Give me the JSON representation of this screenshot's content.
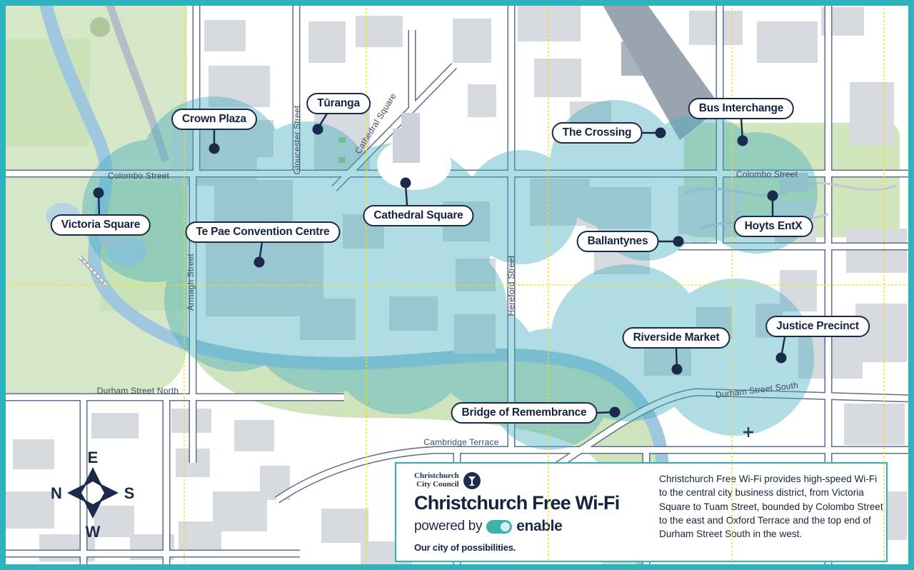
{
  "map": {
    "markers": [
      {
        "label": "Crown Plaza"
      },
      {
        "label": "Tūranga"
      },
      {
        "label": "The Crossing"
      },
      {
        "label": "Bus Interchange"
      },
      {
        "label": "Victoria Square"
      },
      {
        "label": "Cathedral Square"
      },
      {
        "label": "Te Pae Convention Centre"
      },
      {
        "label": "Ballantynes"
      },
      {
        "label": "Hoyts EntX"
      },
      {
        "label": "Riverside Market"
      },
      {
        "label": "Justice Precinct"
      },
      {
        "label": "Bridge of Remembrance"
      }
    ],
    "streets": [
      {
        "label": "Colombo Street"
      },
      {
        "label": "Colombo Street"
      },
      {
        "label": "Gloucester Street"
      },
      {
        "label": "Cathedral Square"
      },
      {
        "label": "Armagh Street"
      },
      {
        "label": "Hereford Street"
      },
      {
        "label": "Durham Street North"
      },
      {
        "label": "Durham Street South"
      },
      {
        "label": "Cambridge Terrace"
      }
    ],
    "compass": {
      "up": "E",
      "right": "S",
      "down": "W",
      "left": "N"
    }
  },
  "panel": {
    "council_logo": {
      "line1": "Christchurch",
      "line2": "City Council"
    },
    "title": "Christchurch Free Wi-Fi",
    "powered_by": "powered by",
    "provider": "enable",
    "tagline": "Our city of possibilities.",
    "description": "Christchurch Free Wi-Fi provides high-speed Wi-Fi to the central city business district, from Victoria Square to Tuam Street, bounded by Colombo Street to the east and Oxford Terrace and the top end of Durham Street South in the west."
  },
  "colors": {
    "frame_teal": "#2eb2be",
    "navy": "#1b2a4a",
    "wifi_coverage": "#46aebe",
    "gridline_yellow": "#f6e300",
    "enable_teal": "#3bb3a9",
    "park_green": "#d5e7c6",
    "river_blue": "#9fc8de",
    "building_gray": "#d7dade"
  }
}
